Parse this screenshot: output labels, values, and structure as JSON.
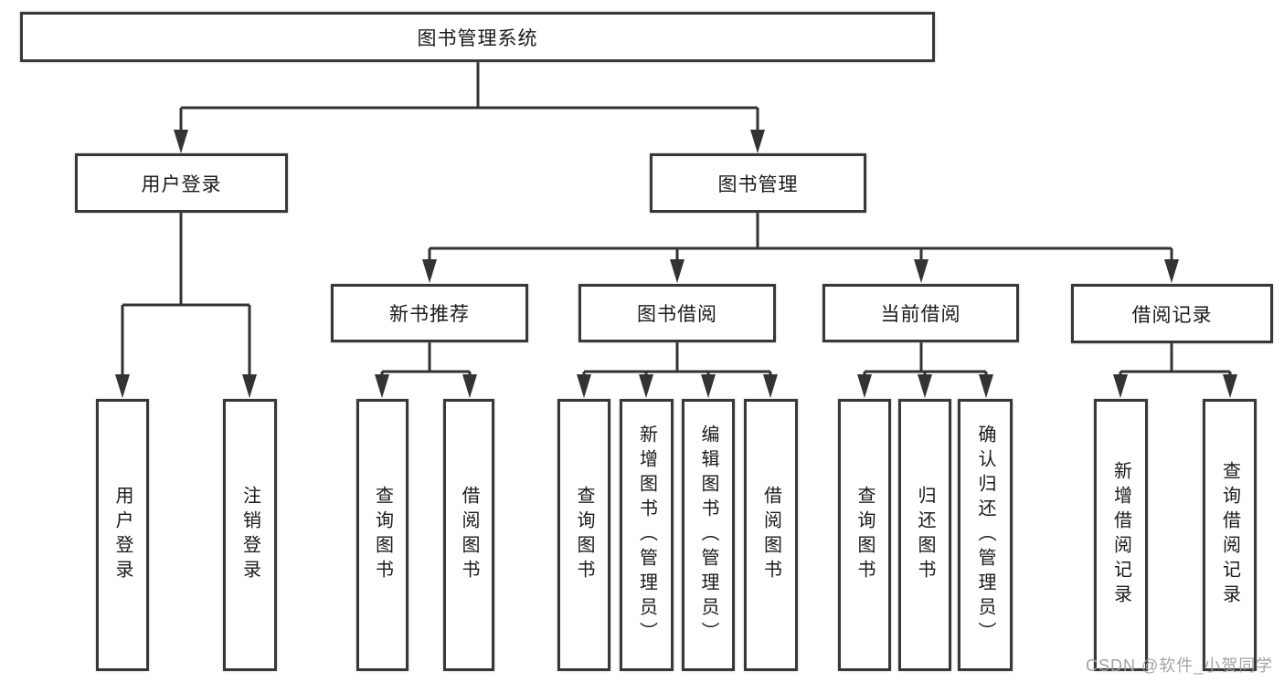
{
  "diagram_type": "hierarchy-tree",
  "colors": {
    "line": "#333333",
    "box_border": "#383838",
    "box_fill": "#ffffff",
    "text": "#1a1a1a",
    "watermark": "#9e9e9e"
  },
  "tree": {
    "label": "图书管理系统",
    "children": [
      {
        "label": "用户登录",
        "children": [
          {
            "label": "用户登录"
          },
          {
            "label": "注销登录"
          }
        ]
      },
      {
        "label": "图书管理",
        "children": [
          {
            "label": "新书推荐",
            "children": [
              {
                "label": "查询图书"
              },
              {
                "label": "借阅图书"
              }
            ]
          },
          {
            "label": "图书借阅",
            "children": [
              {
                "label": "查询图书"
              },
              {
                "label": "新增图书（管理员）"
              },
              {
                "label": "编辑图书（管理员）"
              },
              {
                "label": "借阅图书"
              }
            ]
          },
          {
            "label": "当前借阅",
            "children": [
              {
                "label": "查询图书"
              },
              {
                "label": "归还图书"
              },
              {
                "label": "确认归还（管理员）"
              }
            ]
          },
          {
            "label": "借阅记录",
            "children": [
              {
                "label": "新增借阅记录"
              },
              {
                "label": "查询借阅记录"
              }
            ]
          }
        ]
      }
    ]
  },
  "watermark": {
    "text": "CSDN @软件_小贺同学"
  }
}
